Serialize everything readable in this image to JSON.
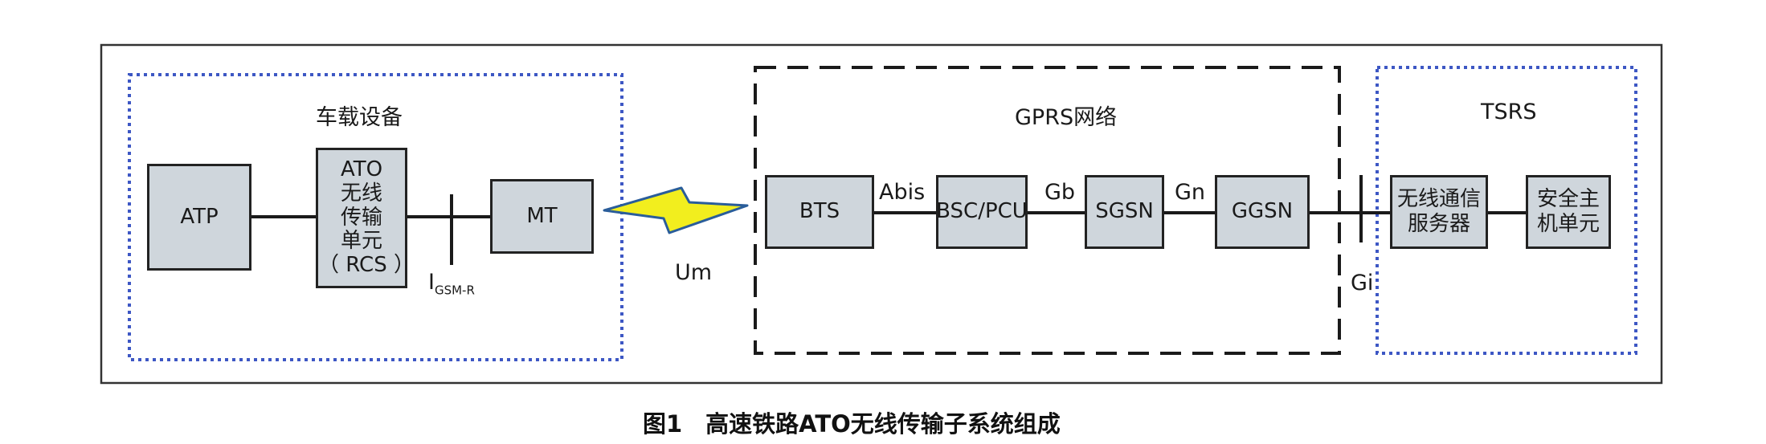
{
  "groups": {
    "onboard": "车载设备",
    "gprs": "GPRS网络",
    "tsrs": "TSRS"
  },
  "boxes": {
    "atp": "ATP",
    "rcs": "ATO\n无线\n传输\n单元\n（ RCS ）",
    "mt": "MT",
    "bts": "BTS",
    "bsc": "BSC/PCU",
    "sgsn": "SGSN",
    "ggsn": "GGSN",
    "wireless_server": "无线通信\n服务器",
    "safety_host": "安全主\n机单元"
  },
  "interfaces": {
    "igsm_main": "I",
    "igsm_sub": "GSM-R",
    "um": "Um",
    "abis": "Abis",
    "gb": "Gb",
    "gn": "Gn",
    "gi": "Gi"
  },
  "caption": "图1　高速铁路ATO无线传输子系统组成",
  "colors": {
    "box_fill": "#cfd6dc",
    "group_dotted": "#3d57c4",
    "bolt": "#f2ee1e",
    "bolt_outline": "#2a5d9a"
  }
}
